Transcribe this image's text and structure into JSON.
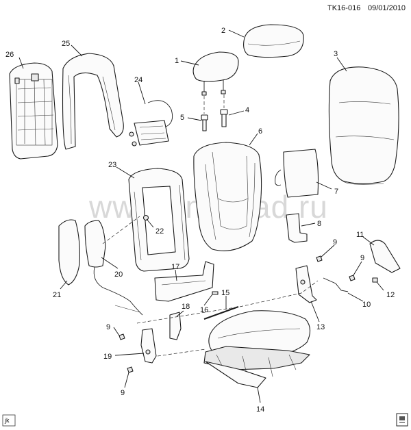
{
  "header": {
    "code": "TK16-016",
    "date": "09/01/2010"
  },
  "watermark": "www.gmsklad.ru",
  "author_initials": "jk",
  "callouts": {
    "c1": "1",
    "c2": "2",
    "c3": "3",
    "c4": "4",
    "c5": "5",
    "c6": "6",
    "c7": "7",
    "c8": "8",
    "c9a": "9",
    "c9b": "9",
    "c9c": "9",
    "c9d": "9",
    "c10": "10",
    "c11": "11",
    "c12": "12",
    "c13": "13",
    "c14": "14",
    "c15": "15",
    "c16": "16",
    "c17": "17",
    "c18": "18",
    "c19": "19",
    "c20": "20",
    "c21": "21",
    "c22": "22",
    "c23": "23",
    "c24": "24",
    "c25": "25",
    "c26": "26"
  }
}
